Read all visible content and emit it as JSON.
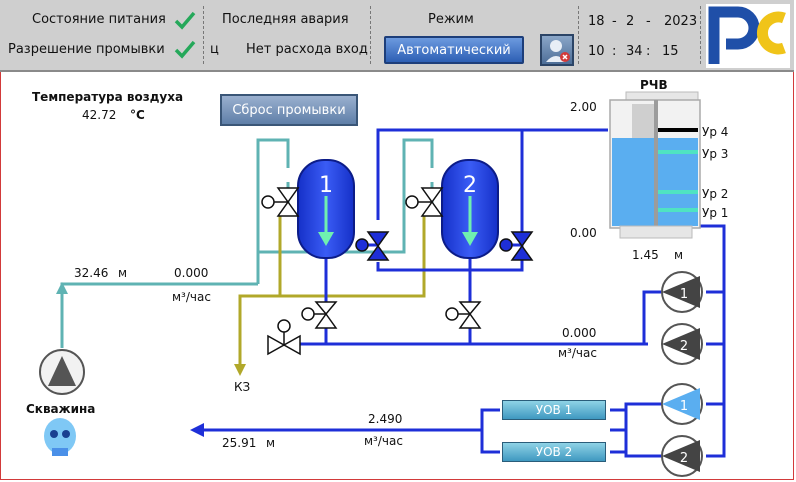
{
  "header": {
    "power_state_label": "Состояние питания",
    "flush_permit_label": "Разрешение промывки",
    "last_alarm_label": "Последняя авария",
    "alarm_prefix": "ц",
    "alarm_text": "Нет расхода вход",
    "mode_label": "Режим",
    "mode_value": "Автоматический",
    "date_day": "18",
    "date_month": "2",
    "date_year": "2023",
    "time_h": "10",
    "time_m": "34",
    "time_s": "15",
    "date_sep": "-",
    "time_sep": ":"
  },
  "colors": {
    "check": "#25a85a",
    "pipe_blue": "#1e2fd8",
    "pipe_teal": "#5fb3b3",
    "pipe_olive": "#b1a82a",
    "tank_blue": "#1f3fe0",
    "water": "#5aaef0",
    "pump_active": "#5aaef0",
    "pump_idle": "#444444"
  },
  "air": {
    "label": "Температура воздуха",
    "value": "42.72",
    "unit": "°C"
  },
  "reset_button": "Сброс промывки",
  "tanks": [
    {
      "number": "1"
    },
    {
      "number": "2"
    }
  ],
  "rchv": {
    "title": "РЧВ",
    "top_value": "2.00",
    "bottom_value": "0.00",
    "level": "1.45",
    "unit": "м",
    "levels": [
      "Ур 4",
      "Ур 3",
      "Ур 2",
      "Ур 1"
    ]
  },
  "well": {
    "label": "Скважина",
    "level": "32.46",
    "unit": "м",
    "flow": "0.000",
    "flow_unit": "м³/час"
  },
  "kz_label": "КЗ",
  "pumps_mid": {
    "flow": "0.000",
    "flow_unit": "м³/час",
    "pumps": [
      "1",
      "2"
    ]
  },
  "output": {
    "flow": "2.490",
    "flow_unit": "м³/час",
    "level": "25.91",
    "unit": "м",
    "uov": [
      "УОВ 1",
      "УОВ 2"
    ],
    "pumps": [
      "1",
      "2"
    ]
  }
}
